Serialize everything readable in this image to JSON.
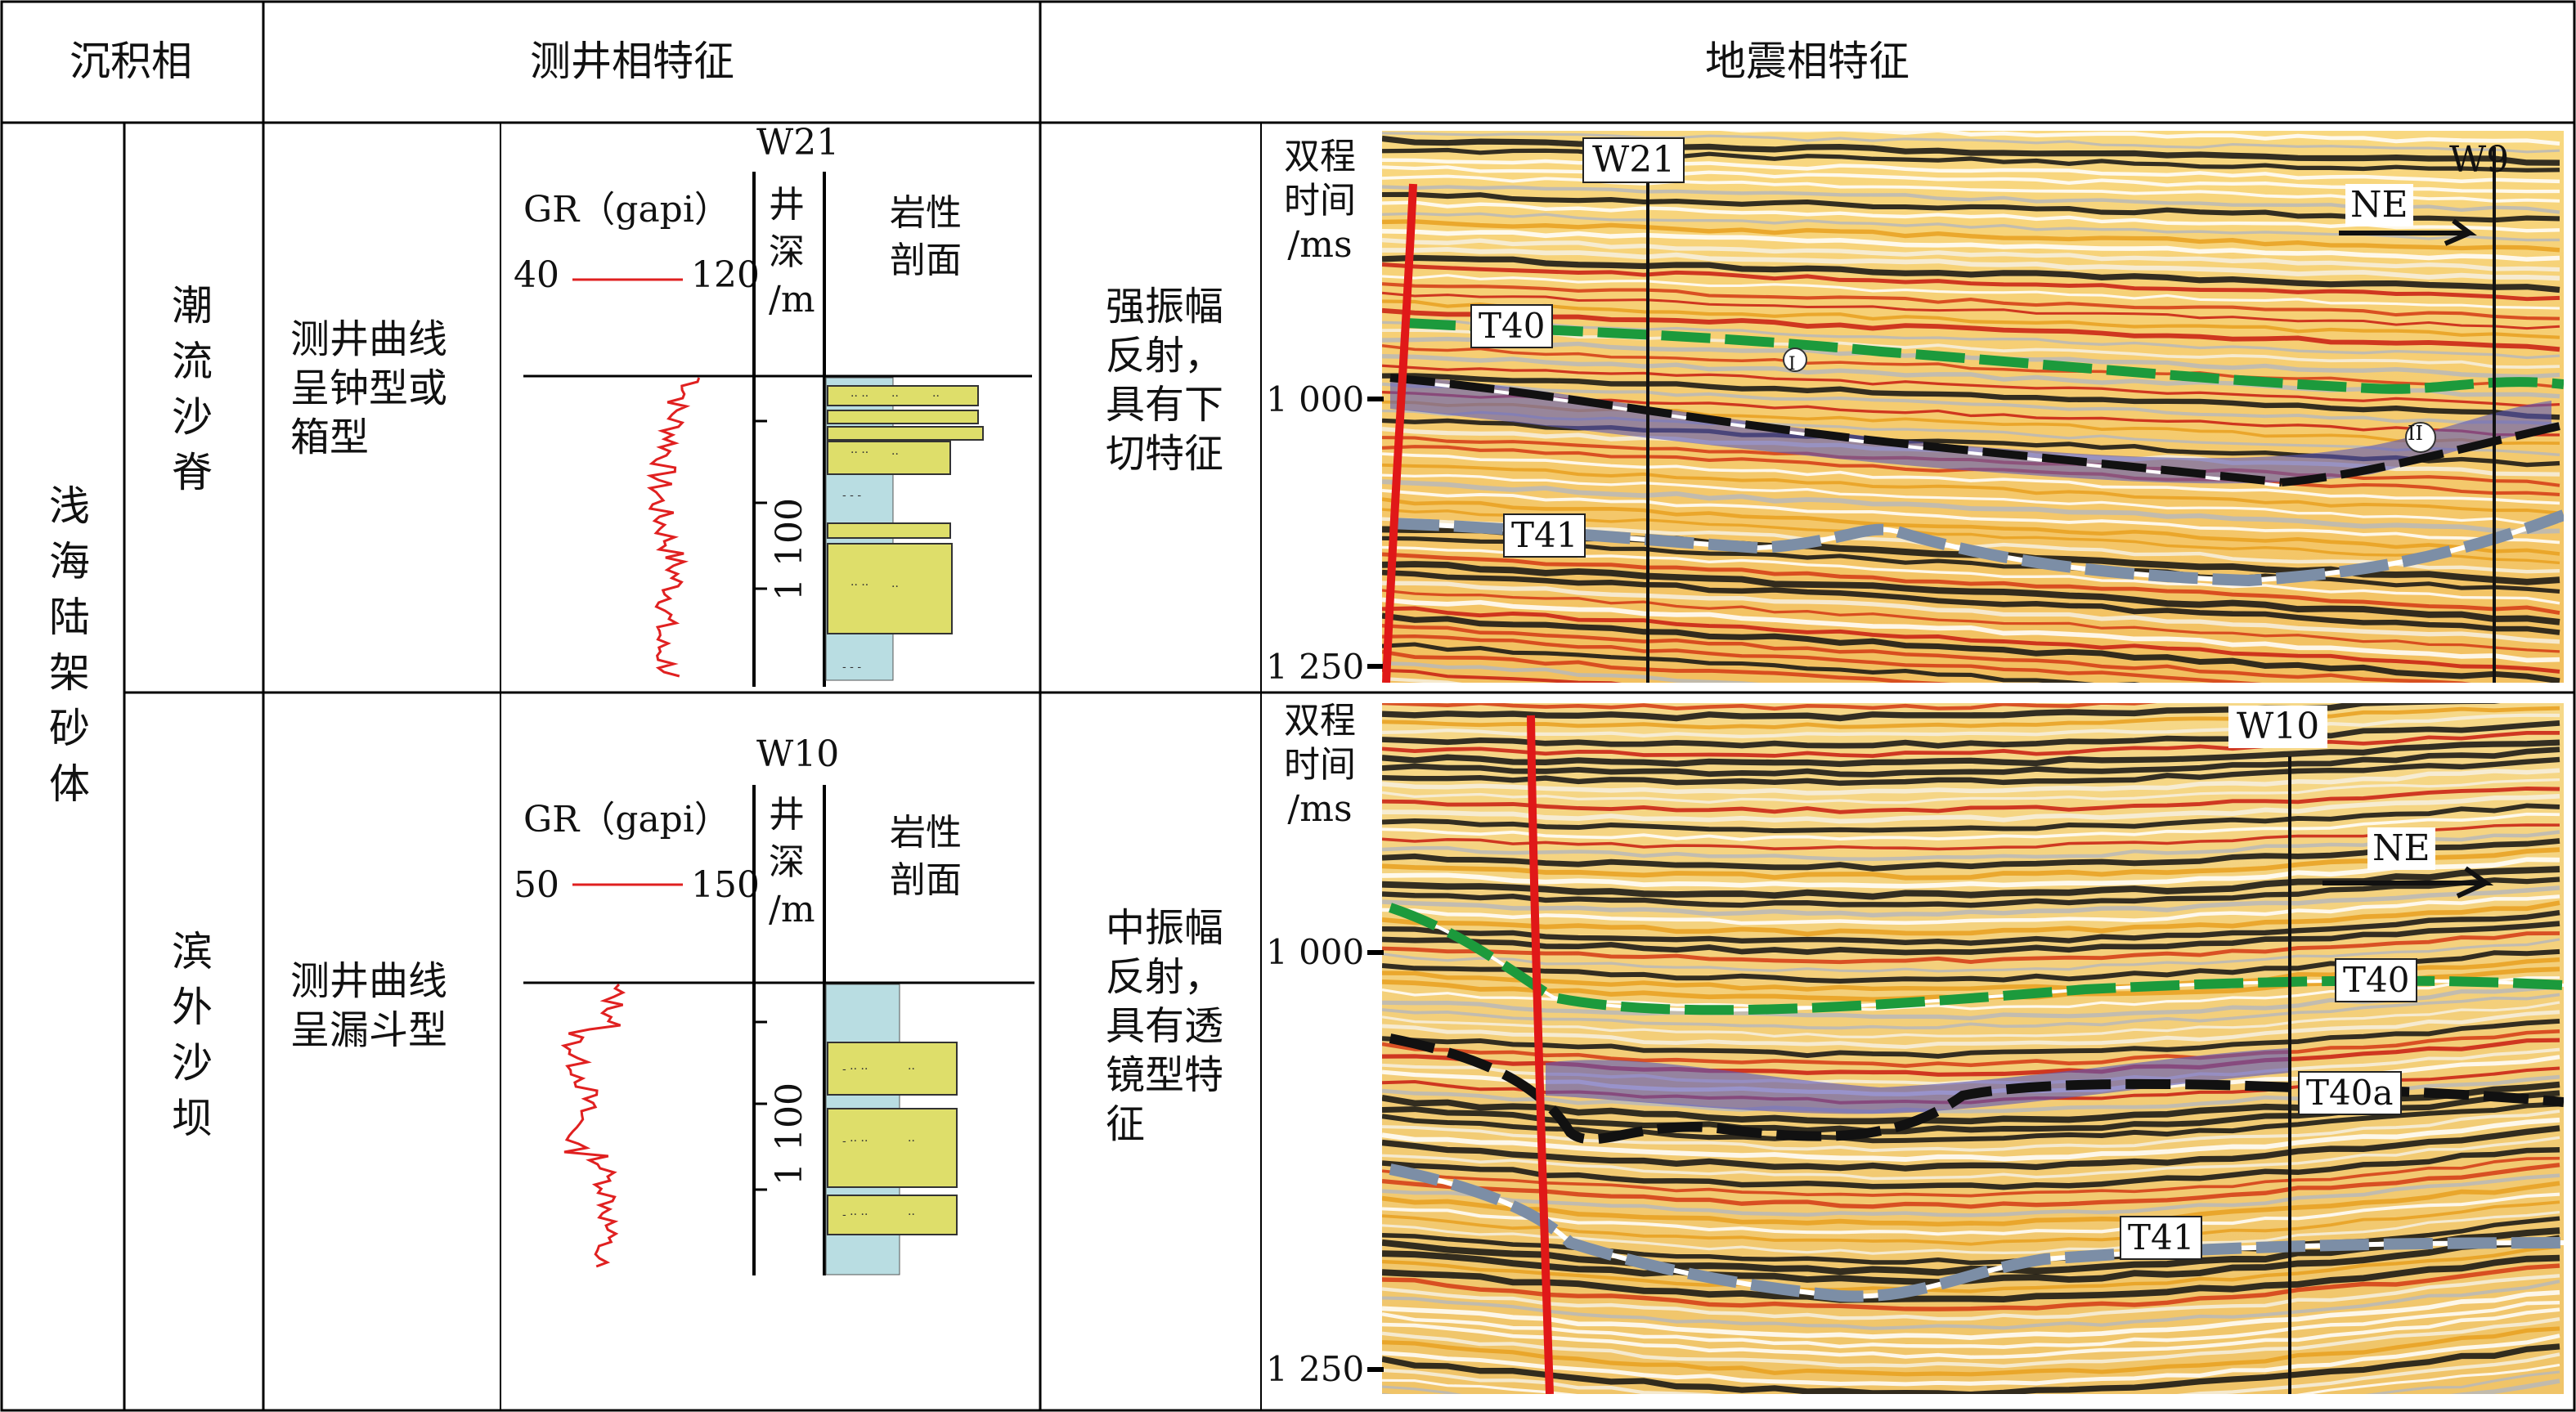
{
  "table": {
    "headers": {
      "facies": "沉积相",
      "log": "测井相特征",
      "seismic": "地震相特征"
    },
    "group": "浅海陆架砂体",
    "rows": [
      {
        "subfacies": "潮流沙脊",
        "log_desc": [
          "测井曲线",
          "呈钟型或",
          "箱型"
        ],
        "well": "W21",
        "gr_label": "GR（gapi）",
        "gr_min": "40",
        "gr_max": "120",
        "depth_label": [
          "井",
          "深",
          "/m"
        ],
        "litho_label": [
          "岩性",
          "剖面"
        ],
        "depth_tick": "1 100",
        "seis_desc": [
          "强振幅",
          "反射，",
          "具有下",
          "切特征"
        ],
        "time_label": [
          "双程",
          "时间",
          "/ms"
        ],
        "time_ticks": [
          "1 000",
          "1 250"
        ],
        "wells": [
          "W21",
          "W9"
        ],
        "direction": "NE",
        "horizons": [
          "T40",
          "T41"
        ],
        "markers": [
          "I",
          "II"
        ]
      },
      {
        "subfacies": "滨外沙坝",
        "log_desc": [
          "测井曲线",
          "呈漏斗型"
        ],
        "well": "W10",
        "gr_label": "GR（gapi）",
        "gr_min": "50",
        "gr_max": "150",
        "depth_label": [
          "井",
          "深",
          "/m"
        ],
        "litho_label": [
          "岩性",
          "剖面"
        ],
        "depth_tick": "1 100",
        "seis_desc": [
          "中振幅",
          "反射，",
          "具有透",
          "镜型特",
          "征"
        ],
        "time_label": [
          "双程",
          "时间",
          "/ms"
        ],
        "time_ticks": [
          "1 000",
          "1 250"
        ],
        "wells": [
          "W10"
        ],
        "direction": "NE",
        "horizons": [
          "T40",
          "T40a",
          "T41"
        ]
      }
    ]
  },
  "colors": {
    "grid": "#000000",
    "gr_curve": "#e02020",
    "sand": "#dede6a",
    "mud": "#b9dde2",
    "green_hz": "#1c9a3c",
    "black_hz": "#111111",
    "gray_hz": "#7c8ea6",
    "lens": "#5a56b8",
    "fault": "#e01818"
  }
}
